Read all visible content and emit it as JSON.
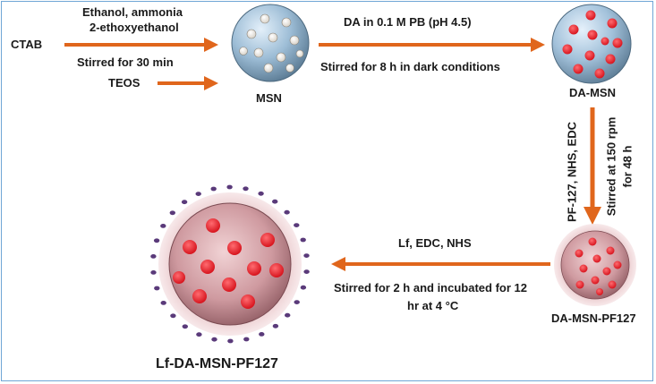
{
  "reagents": {
    "ctab": "CTAB",
    "teos": "TEOS",
    "step1_reagents_line1": "Ethanol, ammonia",
    "step1_reagents_line2": "2-ethoxyethanol",
    "step1_condition": "Stirred for 30 min",
    "step2_reagents": "DA in 0.1 M PB (pH 4.5)",
    "step2_condition": "Stirred for 8 h in dark conditions",
    "step3_reagents": "PF-127, NHS, EDC",
    "step3_condition_line1": "Stirred at 150 rpm",
    "step3_condition_line2": "for 48 h",
    "step4_reagents": "Lf, EDC, NHS",
    "step4_condition_line1": "Stirred for 2 h and incubated for 12",
    "step4_condition_line2": "hr at 4 °C"
  },
  "products": {
    "msn": "MSN",
    "da_msn": "DA-MSN",
    "da_msn_pf127": "DA-MSN-PF127",
    "lf_da_msn_pf127": "Lf-DA-MSN-PF127"
  },
  "colors": {
    "arrow": "#e0661c",
    "msn_sphere": "#8fb3cf",
    "drug_dot": "#e8222b",
    "pf127_shell": "#c98d94",
    "lactoferrin_dot": "#5a3a7a",
    "frame": "#6fa6d6"
  }
}
